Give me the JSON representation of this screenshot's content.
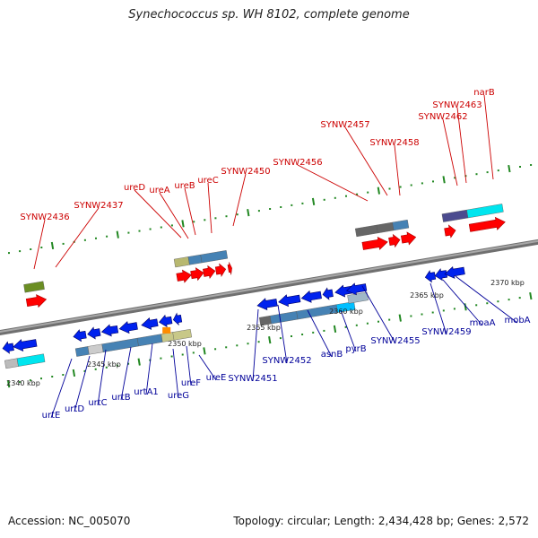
{
  "title": "Synechococcus sp. WH 8102, complete genome",
  "footer": {
    "accession": "Accession: NC_005070",
    "topology": "Topology: circular; Length: 2,434,428 bp; Genes: 2,572"
  },
  "colors": {
    "upper_label": "#cc0000",
    "lower_label": "#000099",
    "backbone": "#888888",
    "forward_arrow": "#ff0000",
    "reverse_arrow": "#0022ee",
    "tick": "#228822"
  },
  "scale_labels": [
    "2340 kbp",
    "2345 kbp",
    "2350 kbp",
    "2355 kbp",
    "2360 kbp",
    "2365 kbp",
    "2370 kbp"
  ],
  "upper_labels": [
    "SYNW2436",
    "SYNW2437",
    "ureD",
    "ureA",
    "ureB",
    "ureC",
    "SYNW2450",
    "SYNW2456",
    "SYNW2457",
    "SYNW2458",
    "SYNW2462",
    "SYNW2463",
    "narB"
  ],
  "lower_labels": [
    "urtE",
    "urtD",
    "urtC",
    "urtB",
    "urtA1",
    "ureG",
    "ureF",
    "ureE",
    "SYNW2451",
    "SYNW2452",
    "asnB",
    "pyrB",
    "SYNW2455",
    "SYNW2459",
    "moaA",
    "mobA"
  ]
}
